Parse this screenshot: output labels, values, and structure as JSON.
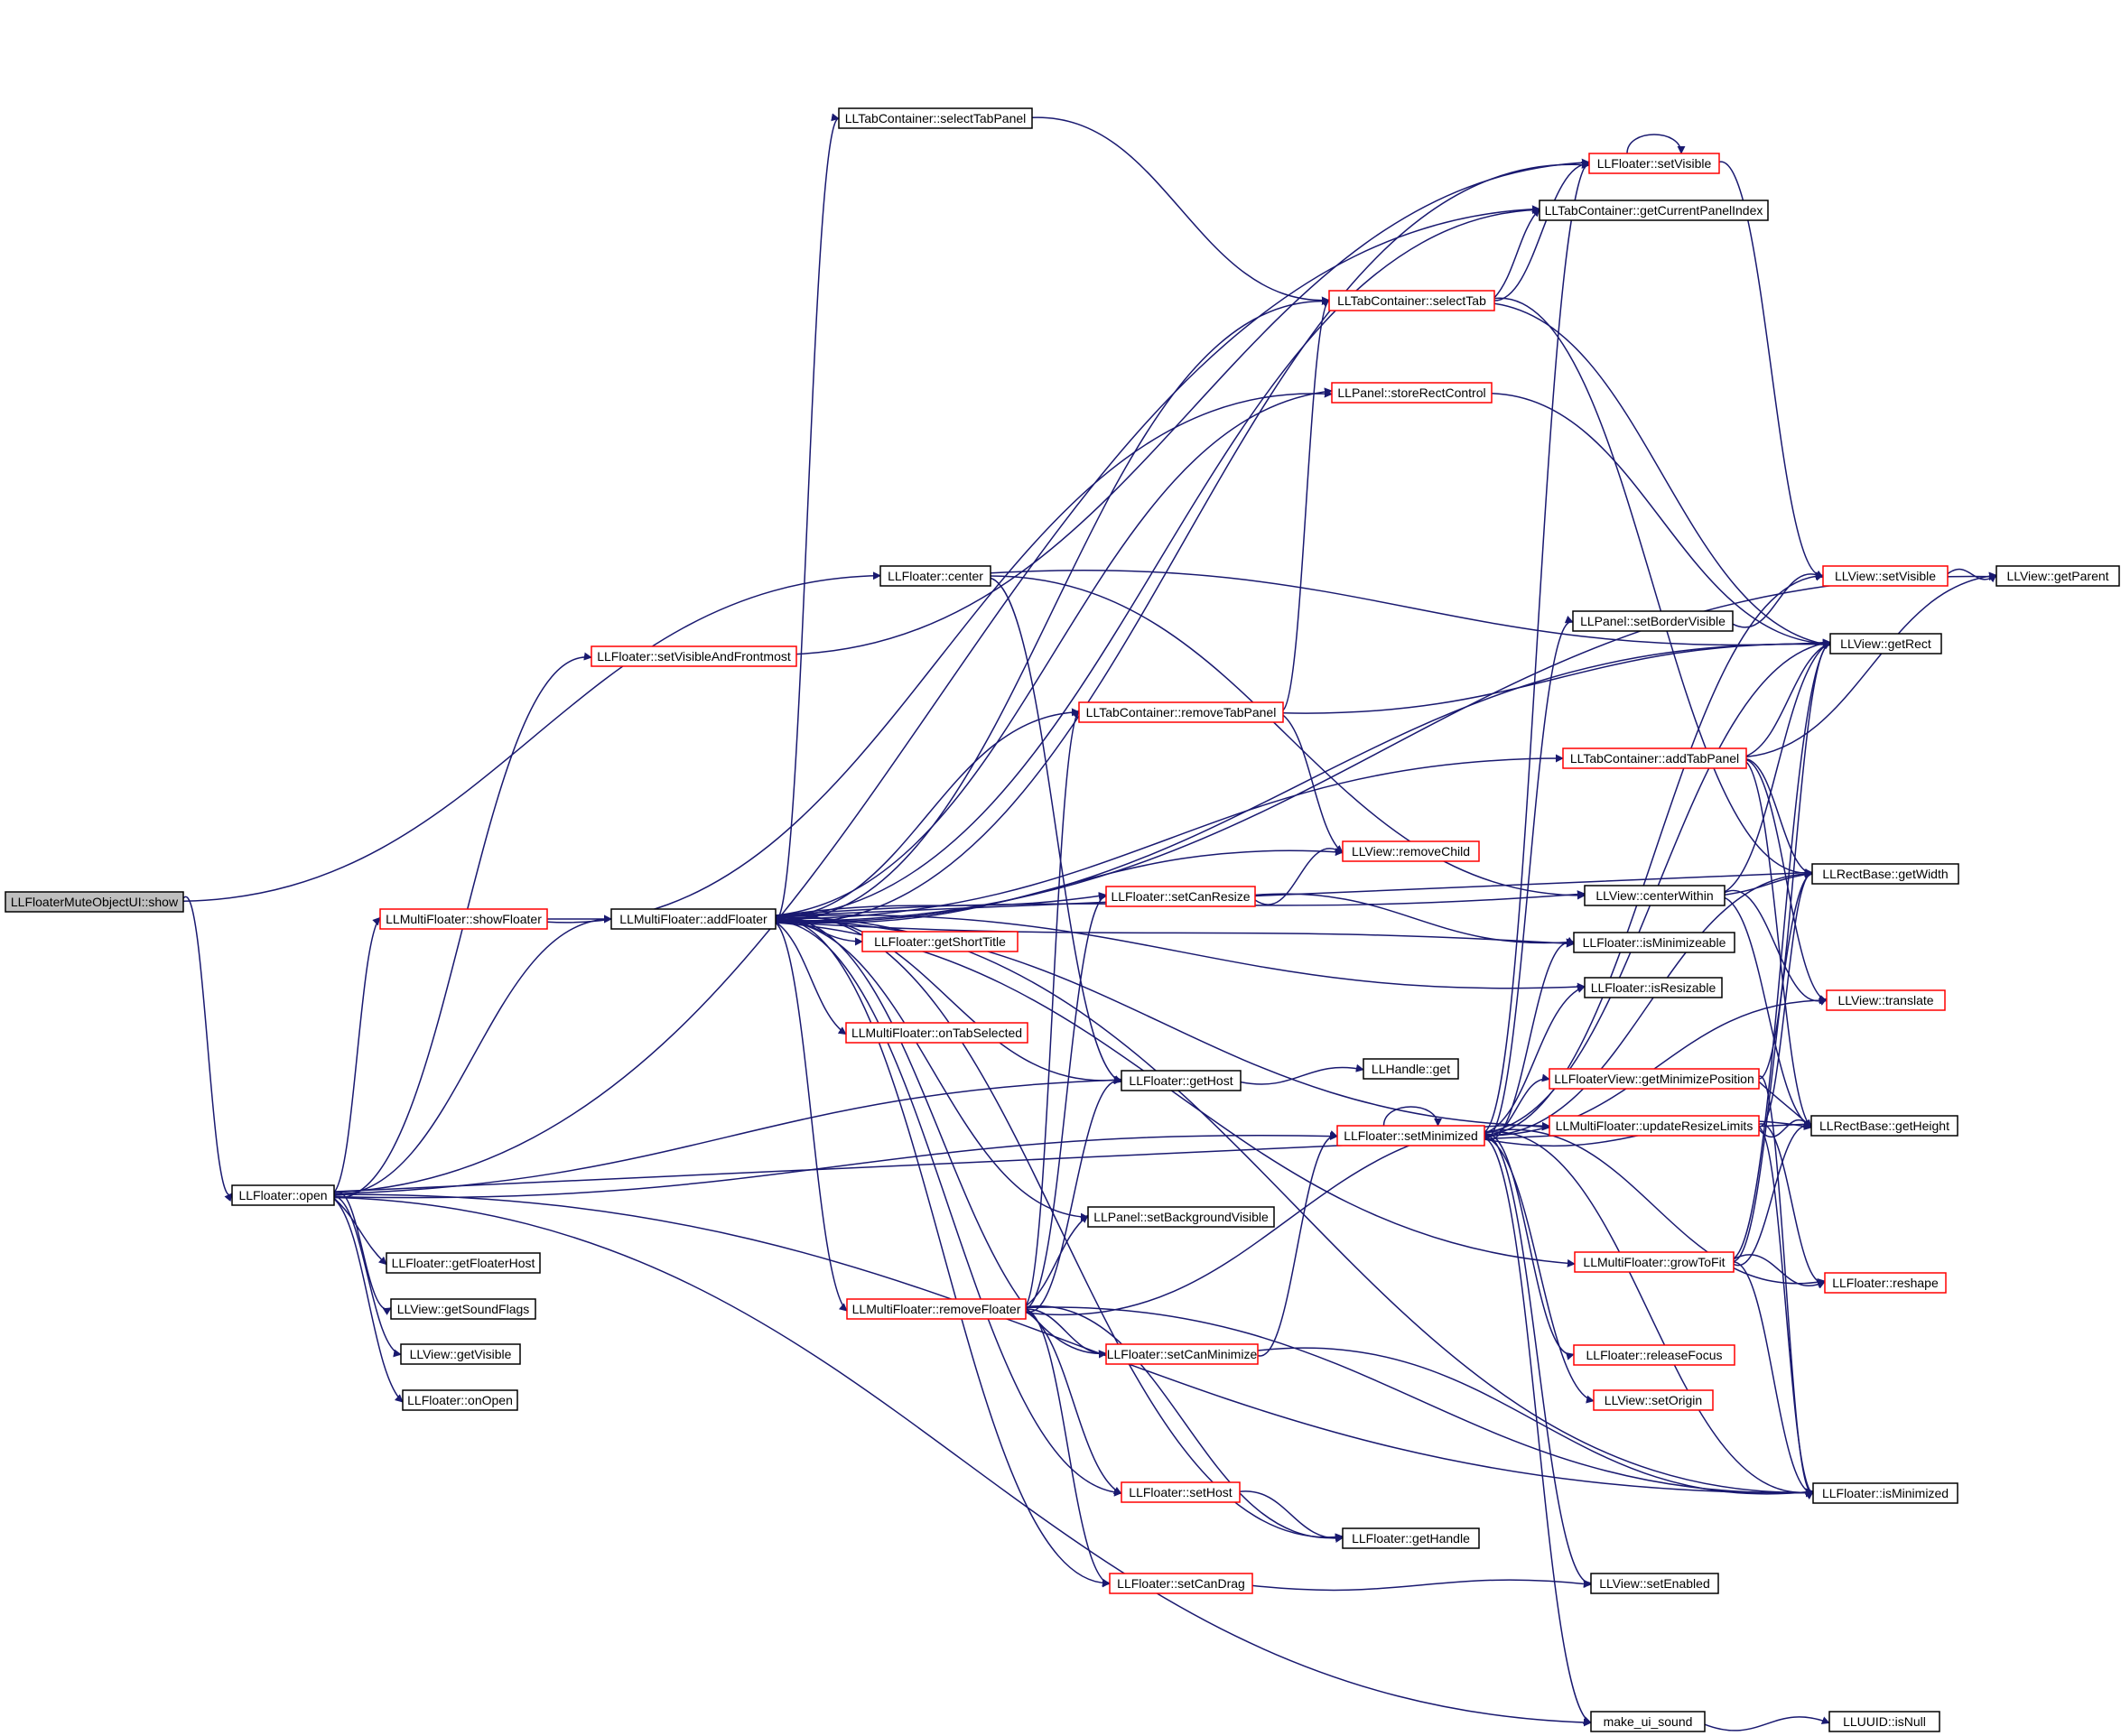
{
  "diagram": {
    "style": {
      "edge_color": "#191970",
      "normal_border": "#000000",
      "truncated_border": "#ff0000",
      "root_fill": "#bfbfbf",
      "node_fill": "#ffffff"
    },
    "nodes": [
      {
        "id": "root",
        "label": "LLFloaterMuteObjectUI::show",
        "kind": "root"
      },
      {
        "id": "setVisibleAndFrontmost",
        "label": "LLFloater::setVisibleAndFrontmost",
        "kind": "truncated"
      },
      {
        "id": "showFloater",
        "label": "LLMultiFloater::showFloater",
        "kind": "truncated"
      },
      {
        "id": "open",
        "label": "LLFloater::open",
        "kind": "normal"
      },
      {
        "id": "addFloater",
        "label": "LLMultiFloater::addFloater",
        "kind": "normal"
      },
      {
        "id": "selectTabPanel",
        "label": "LLTabContainer::selectTabPanel",
        "kind": "normal"
      },
      {
        "id": "floaterCenter",
        "label": "LLFloater::center",
        "kind": "normal"
      },
      {
        "id": "getShortTitle",
        "label": "LLFloater::getShortTitle",
        "kind": "truncated"
      },
      {
        "id": "onTabSelected",
        "label": "LLMultiFloater::onTabSelected",
        "kind": "truncated"
      },
      {
        "id": "getFloaterHost",
        "label": "LLFloater::getFloaterHost",
        "kind": "normal"
      },
      {
        "id": "getSoundFlags",
        "label": "LLView::getSoundFlags",
        "kind": "normal"
      },
      {
        "id": "getVisible",
        "label": "LLView::getVisible",
        "kind": "normal"
      },
      {
        "id": "onOpen",
        "label": "LLFloater::onOpen",
        "kind": "normal"
      },
      {
        "id": "removeTabPanel",
        "label": "LLTabContainer::removeTabPanel",
        "kind": "truncated"
      },
      {
        "id": "setCanResize",
        "label": "LLFloater::setCanResize",
        "kind": "truncated"
      },
      {
        "id": "getHost",
        "label": "LLFloater::getHost",
        "kind": "normal"
      },
      {
        "id": "setBackgroundVisible",
        "label": "LLPanel::setBackgroundVisible",
        "kind": "normal"
      },
      {
        "id": "removeFloater",
        "label": "LLMultiFloater::removeFloater",
        "kind": "truncated"
      },
      {
        "id": "setCanMinimize",
        "label": "LLFloater::setCanMinimize",
        "kind": "truncated"
      },
      {
        "id": "setHost",
        "label": "LLFloater::setHost",
        "kind": "truncated"
      },
      {
        "id": "setCanDrag",
        "label": "LLFloater::setCanDrag",
        "kind": "truncated"
      },
      {
        "id": "floaterSetVisible",
        "label": "LLFloater::setVisible",
        "kind": "truncated"
      },
      {
        "id": "getCurrentPanelIndex",
        "label": "LLTabContainer::getCurrentPanelIndex",
        "kind": "normal"
      },
      {
        "id": "selectTab",
        "label": "LLTabContainer::selectTab",
        "kind": "truncated"
      },
      {
        "id": "storeRectControl",
        "label": "LLPanel::storeRectControl",
        "kind": "truncated"
      },
      {
        "id": "removeChild",
        "label": "LLView::removeChild",
        "kind": "truncated"
      },
      {
        "id": "handleGet",
        "label": "LLHandle::get",
        "kind": "normal"
      },
      {
        "id": "setMinimized",
        "label": "LLFloater::setMinimized",
        "kind": "truncated"
      },
      {
        "id": "getHandle",
        "label": "LLFloater::getHandle",
        "kind": "normal"
      },
      {
        "id": "setBorderVisible",
        "label": "LLPanel::setBorderVisible",
        "kind": "normal"
      },
      {
        "id": "addTabPanel",
        "label": "LLTabContainer::addTabPanel",
        "kind": "truncated"
      },
      {
        "id": "centerWithin",
        "label": "LLView::centerWithin",
        "kind": "normal"
      },
      {
        "id": "isMinimizeable",
        "label": "LLFloater::isMinimizeable",
        "kind": "normal"
      },
      {
        "id": "isResizable",
        "label": "LLFloater::isResizable",
        "kind": "normal"
      },
      {
        "id": "getMinimizePosition",
        "label": "LLFloaterView::getMinimizePosition",
        "kind": "truncated"
      },
      {
        "id": "updateResizeLimits",
        "label": "LLMultiFloater::updateResizeLimits",
        "kind": "truncated"
      },
      {
        "id": "growToFit",
        "label": "LLMultiFloater::growToFit",
        "kind": "truncated"
      },
      {
        "id": "releaseFocus",
        "label": "LLFloater::releaseFocus",
        "kind": "truncated"
      },
      {
        "id": "setOrigin",
        "label": "LLView::setOrigin",
        "kind": "truncated"
      },
      {
        "id": "setEnabled",
        "label": "LLView::setEnabled",
        "kind": "normal"
      },
      {
        "id": "makeUiSound",
        "label": "make_ui_sound",
        "kind": "normal"
      },
      {
        "id": "viewSetVisible",
        "label": "LLView::setVisible",
        "kind": "truncated"
      },
      {
        "id": "getRect",
        "label": "LLView::getRect",
        "kind": "normal"
      },
      {
        "id": "getWidth",
        "label": "LLRectBase::getWidth",
        "kind": "normal"
      },
      {
        "id": "translate",
        "label": "LLView::translate",
        "kind": "truncated"
      },
      {
        "id": "getHeight",
        "label": "LLRectBase::getHeight",
        "kind": "normal"
      },
      {
        "id": "reshape",
        "label": "LLFloater::reshape",
        "kind": "truncated"
      },
      {
        "id": "isMinimized",
        "label": "LLFloater::isMinimized",
        "kind": "normal"
      },
      {
        "id": "isNull",
        "label": "LLUUID::isNull",
        "kind": "normal"
      },
      {
        "id": "getParent",
        "label": "LLView::getParent",
        "kind": "normal"
      }
    ]
  }
}
